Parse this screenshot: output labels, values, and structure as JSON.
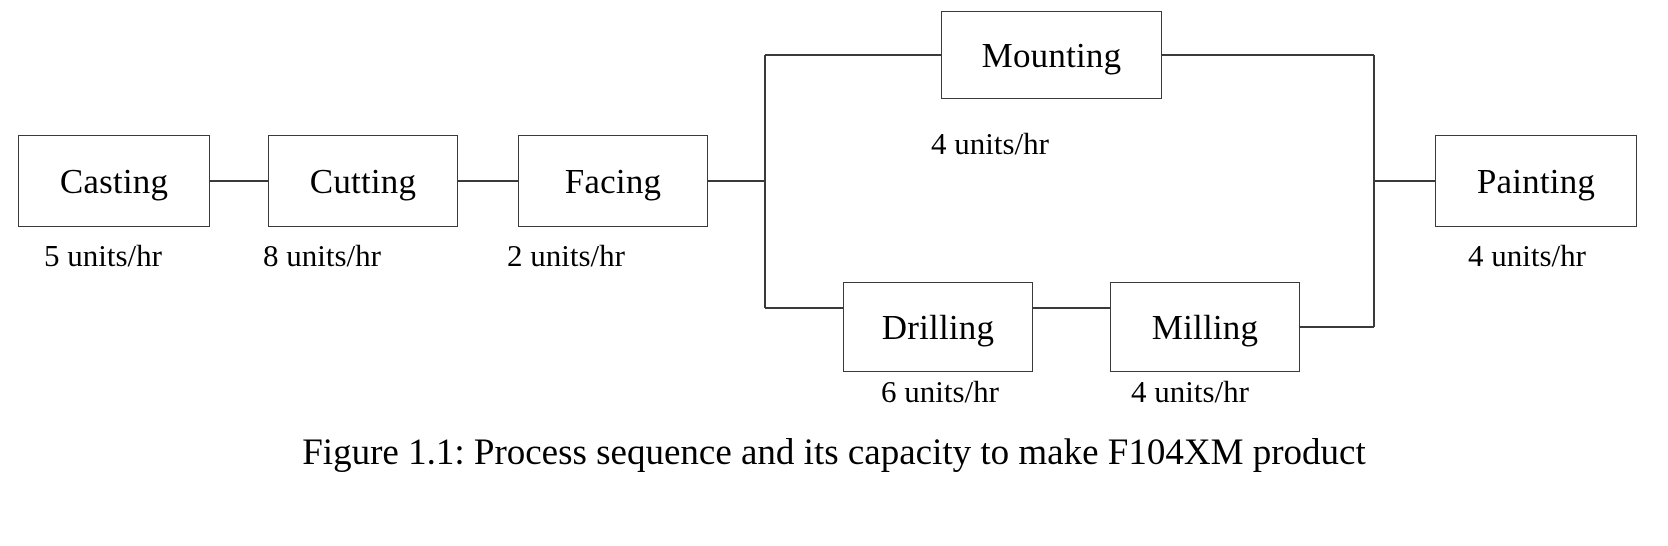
{
  "figure": {
    "caption": "Figure 1.1: Process sequence and its capacity to make F104XM product",
    "line_color": "#3a3a3a",
    "background_color": "#ffffff",
    "text_color": "#000000"
  },
  "nodes": [
    {
      "id": "casting",
      "label": "Casting",
      "capacity": "5 units/hr"
    },
    {
      "id": "cutting",
      "label": "Cutting",
      "capacity": "8 units/hr"
    },
    {
      "id": "facing",
      "label": "Facing",
      "capacity": "2 units/hr"
    },
    {
      "id": "mounting",
      "label": "Mounting",
      "capacity": "4 units/hr"
    },
    {
      "id": "drilling",
      "label": "Drilling",
      "capacity": "6 units/hr"
    },
    {
      "id": "milling",
      "label": "Milling",
      "capacity": "4 units/hr"
    },
    {
      "id": "painting",
      "label": "Painting",
      "capacity": "4 units/hr"
    }
  ],
  "chart_data": {
    "type": "diagram",
    "title": "Figure 1.1: Process sequence and its capacity to make F104XM product",
    "product": "F104XM",
    "units": "units/hr",
    "steps": [
      {
        "name": "Casting",
        "capacity": 5,
        "branch": "main"
      },
      {
        "name": "Cutting",
        "capacity": 8,
        "branch": "main"
      },
      {
        "name": "Facing",
        "capacity": 2,
        "branch": "main"
      },
      {
        "name": "Mounting",
        "capacity": 4,
        "branch": "upper"
      },
      {
        "name": "Drilling",
        "capacity": 6,
        "branch": "lower"
      },
      {
        "name": "Milling",
        "capacity": 4,
        "branch": "lower"
      },
      {
        "name": "Painting",
        "capacity": 4,
        "branch": "main"
      }
    ],
    "edges": [
      {
        "from": "Casting",
        "to": "Cutting"
      },
      {
        "from": "Cutting",
        "to": "Facing"
      },
      {
        "from": "Facing",
        "to": "Mounting"
      },
      {
        "from": "Facing",
        "to": "Drilling"
      },
      {
        "from": "Drilling",
        "to": "Milling"
      },
      {
        "from": "Mounting",
        "to": "Painting"
      },
      {
        "from": "Milling",
        "to": "Painting"
      }
    ]
  }
}
